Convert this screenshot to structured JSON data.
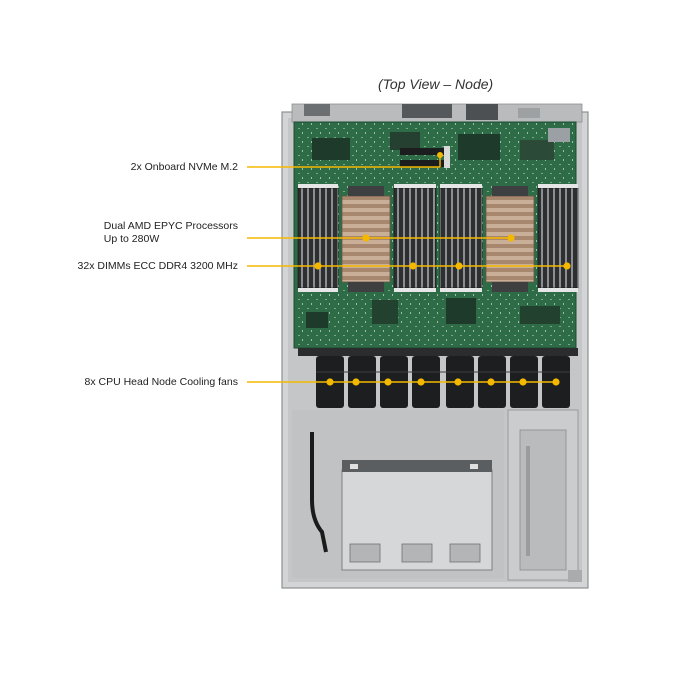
{
  "view_title": "(Top View – Node)",
  "colors": {
    "callout": "#f5b800",
    "chassis": "#c9cacb",
    "pcb": "#2e6b47",
    "heatsink": "#b69a86",
    "fan": "#1c1e20"
  },
  "callouts": [
    {
      "id": "nvme",
      "label": "2x Onboard NVMe M.2"
    },
    {
      "id": "cpu",
      "label_line1": "Dual AMD EPYC Processors",
      "label_line2": "Up to 280W"
    },
    {
      "id": "dimm",
      "label": "32x DIMMs ECC DDR4 3200 MHz"
    },
    {
      "id": "fans",
      "label": "8x CPU Head Node Cooling fans"
    }
  ]
}
